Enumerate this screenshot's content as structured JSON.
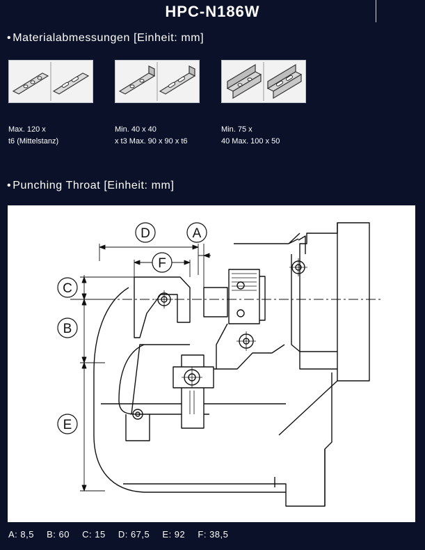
{
  "header": {
    "title": "HPC-N186W"
  },
  "materials": {
    "heading": "Materialabmessungen [Einheit: mm]",
    "items": [
      {
        "line1": "Max. 120 x",
        "line2": "t6 (Mittelstanz)"
      },
      {
        "line1": "Min. 40 x 40",
        "line2": "x t3 Max. 90 x 90 x t6"
      },
      {
        "line1": "Min. 75 x",
        "line2": "40 Max. 100 x 50"
      }
    ]
  },
  "throat": {
    "heading": "Punching Throat [Einheit: mm]",
    "diagram_labels": [
      "D",
      "A",
      "F",
      "C",
      "B",
      "E"
    ],
    "legend": [
      {
        "key": "A",
        "value": "8,5"
      },
      {
        "key": "B",
        "value": "60"
      },
      {
        "key": "C",
        "value": "15"
      },
      {
        "key": "D",
        "value": "67,5"
      },
      {
        "key": "E",
        "value": "92"
      },
      {
        "key": "F",
        "value": "38,5"
      }
    ]
  },
  "bullet": "•"
}
